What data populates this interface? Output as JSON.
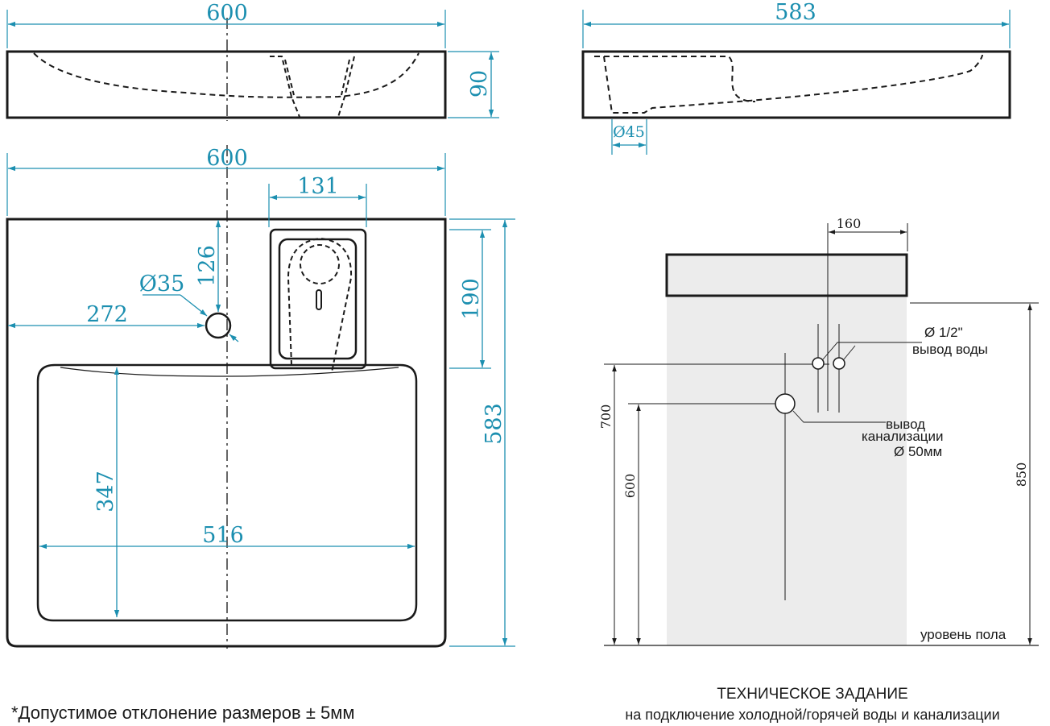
{
  "top_view": {
    "width_label": "600",
    "height_label": "90"
  },
  "side_view": {
    "depth_label": "583",
    "drain_label": "Ø45"
  },
  "plan_view": {
    "width_label": "600",
    "faucet_width_label": "131",
    "hole_offset_label": "126",
    "hole_diameter_label": "Ø35",
    "hole_x_label": "272",
    "faucet_depth_label": "190",
    "total_depth_label": "583",
    "bowl_depth_label": "347",
    "bowl_width_label": "516"
  },
  "install": {
    "offset_label": "160",
    "water_pipe": "Ø 1/2\"",
    "water_outlet": "вывод воды",
    "sewer_line1": "вывод",
    "sewer_line2": "канализации",
    "sewer_diameter": "Ø 50мм",
    "height_700": "700",
    "height_600": "600",
    "height_850": "850",
    "floor_label": "уровень пола"
  },
  "footer": {
    "tolerance_note": "*Допустимое отклонение размеров ± 5мм",
    "spec_title": "ТЕХНИЧЕСКОЕ ЗАДАНИЕ",
    "spec_subtitle": "на подключение холодной/горячей воды и канализации"
  },
  "colors": {
    "dimension": "#1c8fb0",
    "outline": "#1a1a1a",
    "wall": "#ececec"
  }
}
